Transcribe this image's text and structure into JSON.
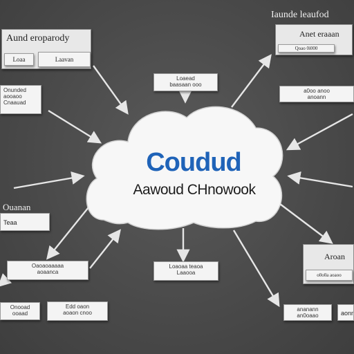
{
  "header": {
    "title": "Iaunde leaufod"
  },
  "center": {
    "title": "Coudud",
    "subtitle": "Aawoud CHnowook"
  },
  "nodes": {
    "top_left": {
      "title": "Aund eroparody",
      "left": "Loaa",
      "right": "Laavan"
    },
    "top_center": {
      "line1": "Loaead",
      "line2": "baasaan ooo"
    },
    "top_right": {
      "title": "Anet eraaan",
      "sub": "Qoao  0i000"
    },
    "left_upper": {
      "line1": "Onunded",
      "line2": "aooaoo",
      "line3": "Cnaauad"
    },
    "right_upper": {
      "line1": "a0oo   anoo",
      "line2": "anoann"
    },
    "left_mid": {
      "title": "Ouanan",
      "line1": "Teaa"
    },
    "bottom_left": {
      "line1": "Oaoaoaaaaa",
      "line2": "aoaanca"
    },
    "bottom_center": {
      "line1": "Loaoaa teaoa",
      "line2": "Laaooa"
    },
    "bottom_far_left": {
      "line1": "Onooad",
      "line2": "ooaad"
    },
    "bottom_left2": {
      "line1": "Edd oaon",
      "line2": "aoaon cnoo"
    },
    "right_lower": {
      "title": "Aroan",
      "line1": "o0o0a aoaoo"
    },
    "bottom_right": {
      "line1": "ananann",
      "line2": "an0oaao"
    },
    "bottom_right2": {
      "line1": "aonn"
    }
  }
}
